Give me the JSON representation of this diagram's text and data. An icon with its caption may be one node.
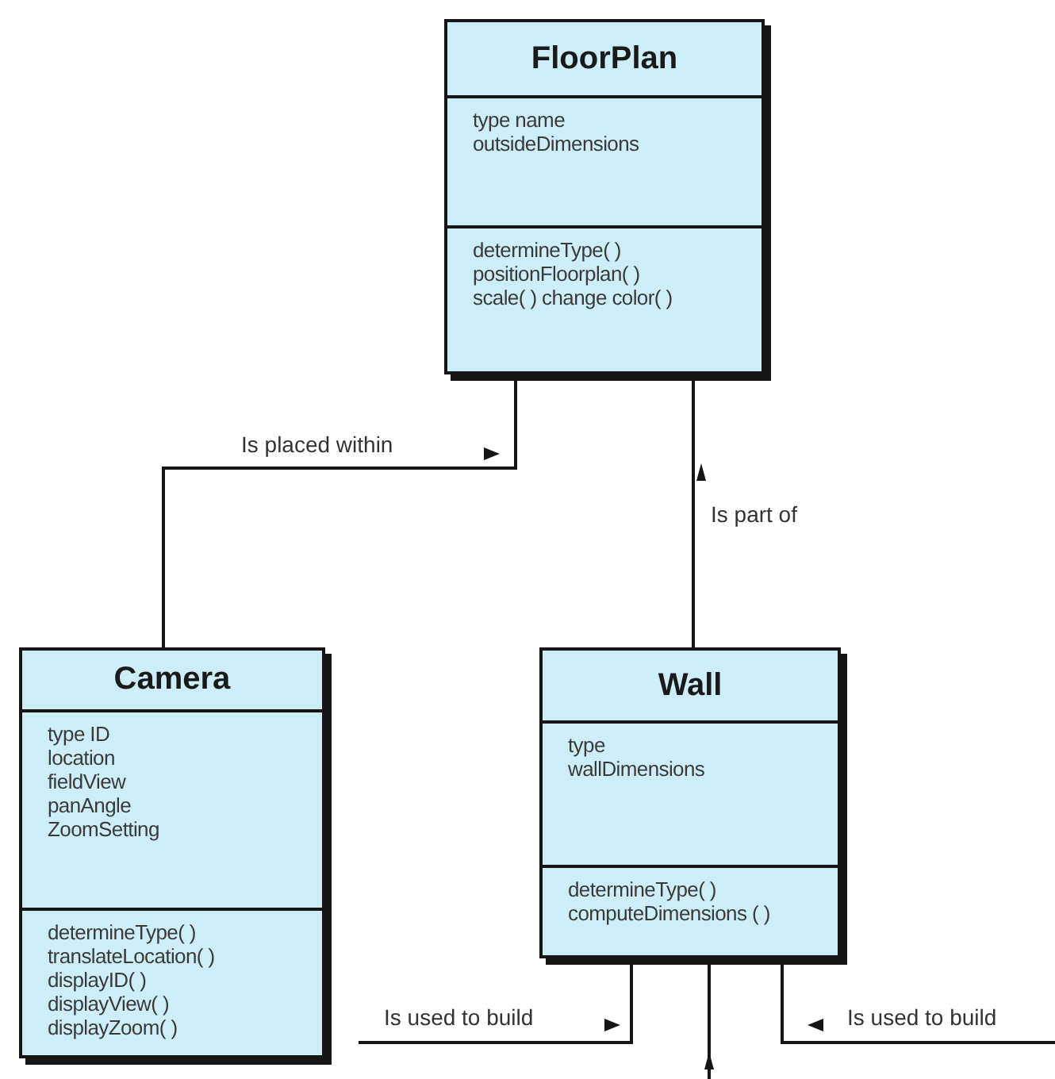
{
  "diagram": {
    "nodes": [
      {
        "text": [
          "FloorPlan",
          "type name outsideDimensions",
          "determineType( ) positionFloorplan( ) scale( ) change color( )"
        ]
      },
      {
        "text": [
          "Camera",
          "type ID location fieldView panAngle ZoomSetting",
          "determineType( ) translateLocation( ) displayID( ) displayView( ) displayZoom( )"
        ]
      },
      {
        "text": [
          "Wall",
          "type wallDimensions",
          "determineType( ) computeDimensions ( )"
        ]
      }
    ],
    "edges": [
      {
        "from": 1,
        "to": 0,
        "arrow": "none",
        "label": "Is placed within"
      },
      {
        "from": 2,
        "to": 0,
        "arrow": "none",
        "label": "Is part of"
      },
      {
        "from": 2,
        "to": null,
        "arrow": "none",
        "label": "Is used to build"
      },
      {
        "from": null,
        "to": 2,
        "arrow": "none"
      },
      {
        "from": 2,
        "to": null,
        "arrow": "none",
        "label": "Is used to build"
      }
    ]
  }
}
